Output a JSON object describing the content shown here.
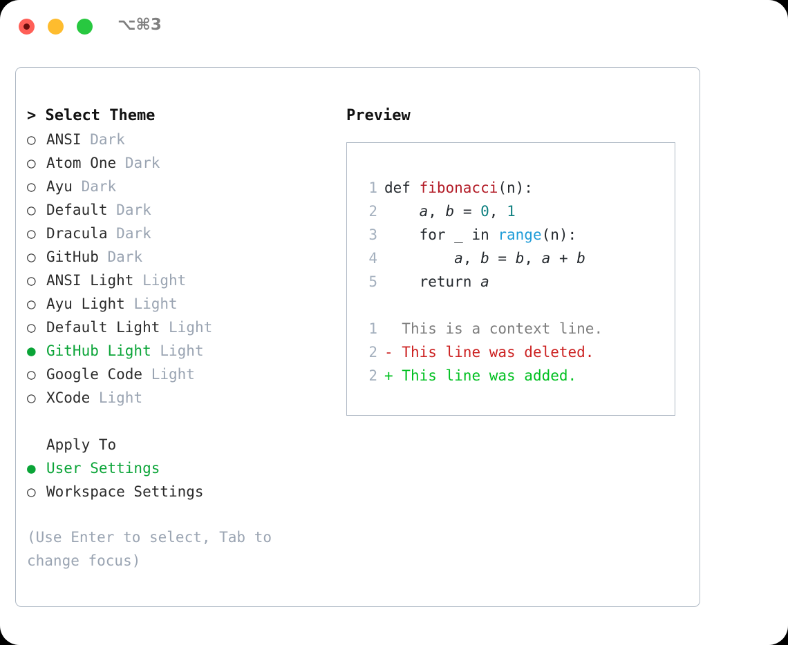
{
  "window": {
    "shortcut_label": "⌥⌘3",
    "traffic_lights": [
      {
        "name": "close",
        "color": "#ff5f57"
      },
      {
        "name": "minimize",
        "color": "#febc2e"
      },
      {
        "name": "zoom",
        "color": "#28c840"
      }
    ]
  },
  "accent": {
    "selected_green": "#0aa437",
    "muted_gray": "#9aa4b2",
    "border": "#aeb8c4"
  },
  "left": {
    "title": "> Select Theme",
    "themes": [
      {
        "bullet": "○",
        "name": "ANSI",
        "category": "Dark",
        "selected": false
      },
      {
        "bullet": "○",
        "name": "Atom One",
        "category": "Dark",
        "selected": false
      },
      {
        "bullet": "○",
        "name": "Ayu",
        "category": "Dark",
        "selected": false
      },
      {
        "bullet": "○",
        "name": "Default",
        "category": "Dark",
        "selected": false
      },
      {
        "bullet": "○",
        "name": "Dracula",
        "category": "Dark",
        "selected": false
      },
      {
        "bullet": "○",
        "name": "GitHub",
        "category": "Dark",
        "selected": false
      },
      {
        "bullet": "○",
        "name": "ANSI Light",
        "category": "Light",
        "selected": false
      },
      {
        "bullet": "○",
        "name": "Ayu Light",
        "category": "Light",
        "selected": false
      },
      {
        "bullet": "○",
        "name": "Default Light",
        "category": "Light",
        "selected": false
      },
      {
        "bullet": "●",
        "name": "GitHub Light",
        "category": "Light",
        "selected": true
      },
      {
        "bullet": "○",
        "name": "Google Code",
        "category": "Light",
        "selected": false
      },
      {
        "bullet": "○",
        "name": "XCode",
        "category": "Light",
        "selected": false
      }
    ],
    "apply_to": {
      "title": "Apply To",
      "options": [
        {
          "bullet": "●",
          "label": "User Settings",
          "selected": true
        },
        {
          "bullet": "○",
          "label": "Workspace Settings",
          "selected": false
        }
      ]
    },
    "hint": "(Use Enter to select, Tab to change focus)"
  },
  "right": {
    "title": "Preview",
    "code_lines": [
      {
        "num": "1",
        "tokens": [
          {
            "t": "def ",
            "c": "kw"
          },
          {
            "t": "fibonacci",
            "c": "fn"
          },
          {
            "t": "(n):",
            "c": "plain"
          }
        ]
      },
      {
        "num": "2",
        "tokens": [
          {
            "t": "    ",
            "c": "plain"
          },
          {
            "t": "a",
            "c": "var"
          },
          {
            "t": ", ",
            "c": "plain"
          },
          {
            "t": "b",
            "c": "var"
          },
          {
            "t": " = ",
            "c": "plain"
          },
          {
            "t": "0",
            "c": "num"
          },
          {
            "t": ", ",
            "c": "plain"
          },
          {
            "t": "1",
            "c": "num"
          }
        ]
      },
      {
        "num": "3",
        "tokens": [
          {
            "t": "    for _ in ",
            "c": "plain"
          },
          {
            "t": "range",
            "c": "builtin"
          },
          {
            "t": "(n):",
            "c": "plain"
          }
        ]
      },
      {
        "num": "4",
        "tokens": [
          {
            "t": "        ",
            "c": "plain"
          },
          {
            "t": "a",
            "c": "var"
          },
          {
            "t": ", ",
            "c": "plain"
          },
          {
            "t": "b",
            "c": "var"
          },
          {
            "t": " = ",
            "c": "plain"
          },
          {
            "t": "b",
            "c": "var"
          },
          {
            "t": ", ",
            "c": "plain"
          },
          {
            "t": "a",
            "c": "var"
          },
          {
            "t": " + ",
            "c": "plain"
          },
          {
            "t": "b",
            "c": "var"
          }
        ]
      },
      {
        "num": "5",
        "tokens": [
          {
            "t": "    return ",
            "c": "plain"
          },
          {
            "t": "a",
            "c": "var"
          }
        ]
      }
    ],
    "diff_lines": [
      {
        "num": "1",
        "marker": " ",
        "text": " This is a context line.",
        "kind": "ctx"
      },
      {
        "num": "2",
        "marker": "-",
        "text": " This line was deleted.",
        "kind": "del"
      },
      {
        "num": "2",
        "marker": "+",
        "text": " This line was added.",
        "kind": "add"
      }
    ]
  }
}
